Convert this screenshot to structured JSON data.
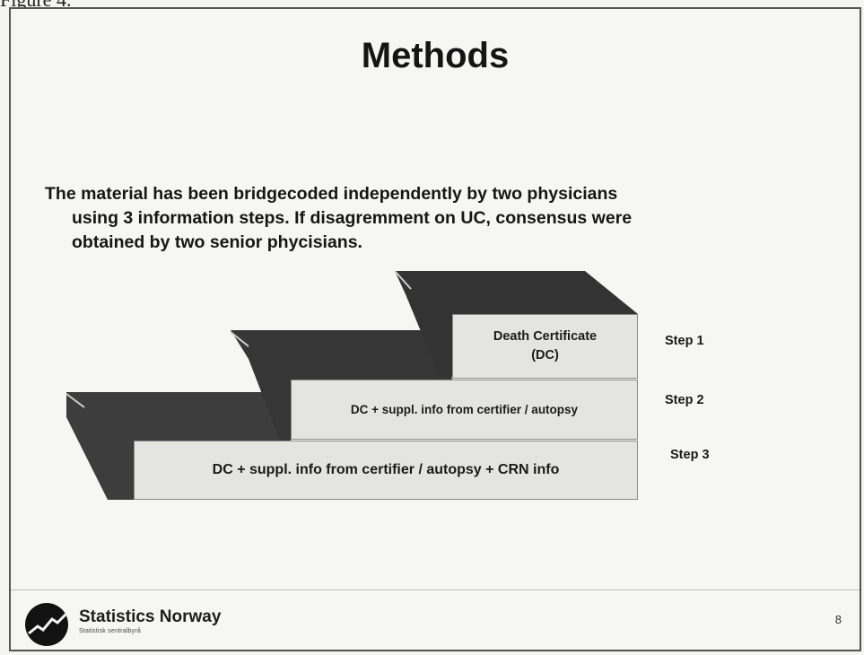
{
  "figure_label": "Figure 4.",
  "slide": {
    "title": "Methods",
    "body_lines": [
      "The material has been bridgecoded independently by two physicians",
      "using 3 information steps. If disagremment on UC, consensus were",
      "obtained by two senior phycisians."
    ],
    "steps": [
      {
        "box_text_line1": "Death Certificate",
        "box_text_line2": "(DC)",
        "label": "Step 1"
      },
      {
        "box_text": "DC + suppl. info from certifier / autopsy",
        "label": "Step 2"
      },
      {
        "box_text": "DC + suppl. info from certifier / autopsy + CRN info",
        "label": "Step 3"
      }
    ],
    "footer": {
      "brand": "Statistics Norway",
      "brand_sub": "Statistisk sentralbyrå",
      "page_number": "8"
    },
    "colors": {
      "step_face": "#e4e4e0",
      "step_shadow": "#3a3a3a",
      "background": "#f6f6f4"
    }
  }
}
